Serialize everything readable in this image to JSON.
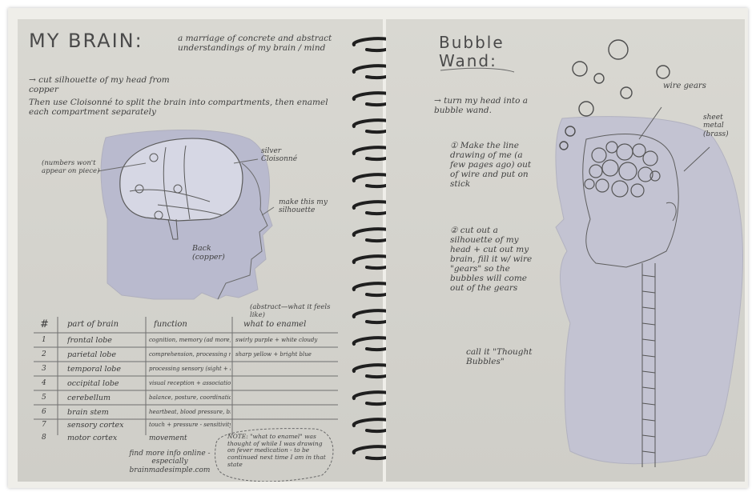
{
  "left_page": {
    "title": "MY BRAIN:",
    "subtitle": "a marriage of concrete and abstract understandings of my brain / mind",
    "intro": "→ cut silhouette of my head from copper",
    "intro2": "Then use Cloisonné to split the brain into compartments, then enamel each compartment separately",
    "label_numbers": "(numbers won't appear on piece)",
    "label_silver": "silver Cloisonné",
    "label_make": "make this my silhouette",
    "label_back": "Back (copper)",
    "label_abstract": "(abstract—what it feels like)",
    "table": {
      "headers": [
        "#",
        "part of brain",
        "function",
        "what to enamel"
      ],
      "rows": [
        [
          "1",
          "frontal lobe",
          "cognition, memory (ad more)",
          "swirly purple + white cloudy"
        ],
        [
          "2",
          "parietal lobe",
          "comprehension, processing more",
          "sharp yellow + bright blue"
        ],
        [
          "3",
          "temporal lobe",
          "processing sensory (sight + hearing)",
          ""
        ],
        [
          "4",
          "occipital lobe",
          "visual reception + association",
          ""
        ],
        [
          "5",
          "cerebellum",
          "balance, posture, coordination",
          ""
        ],
        [
          "6",
          "brain stem",
          "heartbeat, blood pressure, breathing",
          ""
        ],
        [
          "7",
          "sensory cortex",
          "touch + pressure - sensitivity",
          ""
        ],
        [
          "8",
          "motor cortex",
          "movement",
          ""
        ]
      ]
    },
    "find_more": "find more info online - especially brainmadesimple.com",
    "note": "NOTE: \"what to enamel\" was thought of while I was drawing on fever medication - to be continued next time I am in that state"
  },
  "right_page": {
    "title": "Bubble Wand:",
    "step_intro": "→ turn my head into a bubble wand.",
    "step1": "① Make the line drawing of me (a few pages ago) out of wire and put on stick",
    "step2": "② cut out a silhouette of my head + cut out my brain, fill it w/ wire \"gears\" so the bubbles will come out of the gears",
    "call_it": "call it \"Thought Bubbles\"",
    "label_wire": "wire gears",
    "label_sheet": "sheet metal (brass)"
  }
}
